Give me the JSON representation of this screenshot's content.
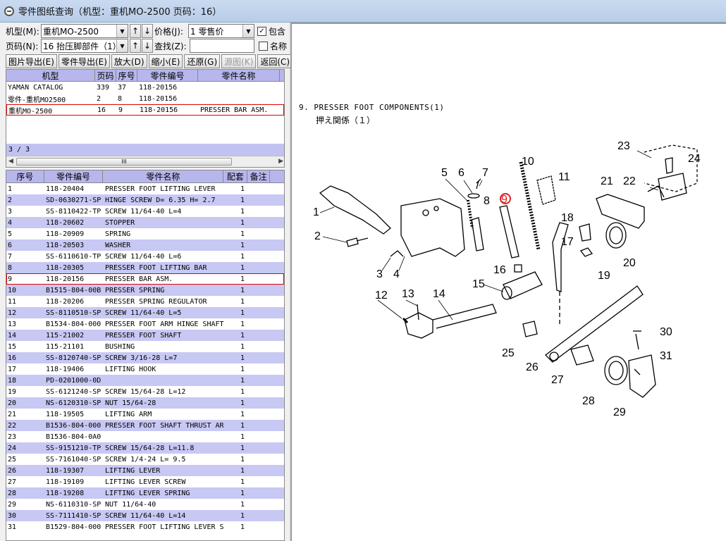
{
  "window": {
    "title": "零件图纸查询（机型：重机MO-2500 页码：16）"
  },
  "controls": {
    "model_label": "机型(M):",
    "model_value": "重机MO-2500",
    "page_label": "页码(N):",
    "page_value": "16 抬压脚部件（1）",
    "price_label": "价格(J):",
    "price_value": "1   零售价",
    "find_label": "查找(Z):",
    "find_value": "",
    "include_label": "包含",
    "include_checked": "✓",
    "name_label": "名称",
    "up": "↑",
    "down": "↓"
  },
  "toolbar": [
    "图片导出(E)",
    "零件导出(E)",
    "放大(D)",
    "缩小(E)",
    "还原(G)",
    "源图(K)",
    "返回(C)"
  ],
  "models_grid": {
    "headers": [
      "机型",
      "页码",
      "序号",
      "零件编号",
      "零件名称"
    ],
    "rows": [
      [
        "YAMAN CATALOG",
        "339",
        "37",
        "118-20156",
        ""
      ],
      [
        "零件-重机MO2500",
        "2",
        "8",
        "118-20156",
        ""
      ],
      [
        "重机MO-2500",
        "16",
        "9",
        "118-20156",
        "PRESSER BAR ASM."
      ]
    ],
    "count": "3 / 3",
    "scroll_glyph": "III"
  },
  "parts_grid": {
    "headers": [
      "序号",
      "零件编号",
      "零件名称",
      "配套",
      "备注"
    ],
    "rows": [
      [
        "1",
        "118-20404",
        "PRESSER FOOT LIFTING LEVER",
        "1"
      ],
      [
        "2",
        "SD-0630271-SP",
        "HINGE SCREW D= 6.35 H= 2.7",
        "1"
      ],
      [
        "3",
        "SS-8110422-TP",
        "SCREW 11/64-40 L=4",
        "1"
      ],
      [
        "4",
        "118-20602",
        "STOPPER",
        "1"
      ],
      [
        "5",
        "118-20909",
        "SPRING",
        "1"
      ],
      [
        "6",
        "118-20503",
        "WASHER",
        "1"
      ],
      [
        "7",
        "SS-6110610-TP",
        "SCREW 11/64-40 L=6",
        "1"
      ],
      [
        "8",
        "118-20305",
        "PRESSER FOOT LIFTING BAR",
        "1"
      ],
      [
        "9",
        "118-20156",
        "PRESSER BAR ASM.",
        "1"
      ],
      [
        "10",
        "B1515-804-00B",
        "PRESSER SPRING",
        "1"
      ],
      [
        "11",
        "118-20206",
        "PRESSER SPRING REGULATOR",
        "1"
      ],
      [
        "12",
        "SS-8110510-SP",
        "SCREW 11/64-40 L=5",
        "1"
      ],
      [
        "13",
        "B1534-804-000",
        "PRESSER FOOT ARM HINGE SHAFT",
        "1"
      ],
      [
        "14",
        "115-21002",
        "PRESSER FOOT SHAFT",
        "1"
      ],
      [
        "15",
        "115-21101",
        "BUSHING",
        "1"
      ],
      [
        "16",
        "SS-8120740-SP",
        "SCREW 3/16-28 L=7",
        "1"
      ],
      [
        "17",
        "118-19406",
        "LIFTING HOOK",
        "1"
      ],
      [
        "18",
        "PD-0201000-0D",
        "",
        "1"
      ],
      [
        "19",
        "SS-6121240-SP",
        "SCREW 15/64-28 L=12",
        "1"
      ],
      [
        "20",
        "NS-6120310-SP",
        "NUT 15/64-28",
        "1"
      ],
      [
        "21",
        "118-19505",
        "LIFTING ARM",
        "1"
      ],
      [
        "22",
        "B1536-804-000",
        "PRESSER FOOT SHAFT THRUST AR",
        "1"
      ],
      [
        "23",
        "B1536-804-0A0",
        "",
        "1"
      ],
      [
        "24",
        "SS-9151210-TP",
        "SCREW 15/64-28 L=11.8",
        "1"
      ],
      [
        "25",
        "SS-7161040-SP",
        "SCREW 1/4-24 L= 9.5",
        "1"
      ],
      [
        "26",
        "118-19307",
        "LIFTING LEVER",
        "1"
      ],
      [
        "27",
        "118-19109",
        "LIFTING LEVER SCREW",
        "1"
      ],
      [
        "28",
        "118-19208",
        "LIFTING LEVER SPRING",
        "1"
      ],
      [
        "29",
        "NS-6110310-SP",
        "NUT 11/64-40",
        "1"
      ],
      [
        "30",
        "SS-7111410-SP",
        "SCREW 11/64-40 L=14",
        "1"
      ],
      [
        "31",
        "B1529-804-000",
        "PRESSER FOOT LIFTING LEVER S",
        "1"
      ]
    ],
    "selected_index": 8
  },
  "diagram": {
    "title": "9. PRESSER FOOT COMPONENTS(1)",
    "subtitle": "押え関係（１）",
    "labels": [
      "1",
      "2",
      "3",
      "4",
      "5",
      "6",
      "7",
      "8",
      "9",
      "10",
      "11",
      "12",
      "13",
      "14",
      "15",
      "16",
      "17",
      "18",
      "19",
      "20",
      "21",
      "22",
      "23",
      "24",
      "25",
      "26",
      "27",
      "28",
      "29",
      "30",
      "31"
    ],
    "highlight_color": "#e02020"
  }
}
